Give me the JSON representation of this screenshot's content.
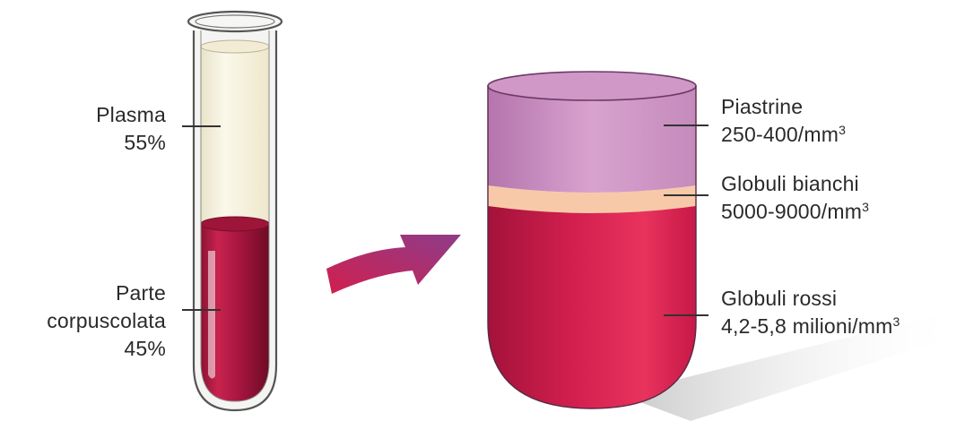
{
  "test_tube": {
    "plasma": {
      "name": "Plasma",
      "percent": "55%",
      "level": 0.55
    },
    "corpuscular": {
      "name_line1": "Parte",
      "name_line2": "corpuscolata",
      "percent": "45%",
      "level": 0.45
    }
  },
  "magnified": {
    "platelets": {
      "name": "Piastrine",
      "count": "250-400/mm",
      "exp": "3"
    },
    "white_cells": {
      "name": "Globuli bianchi",
      "count": "5000-9000/mm",
      "exp": "3"
    },
    "red_cells": {
      "name": "Globuli rossi",
      "count": "4,2-5,8 milioni/mm",
      "exp": "3"
    }
  },
  "colors": {
    "plasma": "#f7f3e2",
    "red_cells": "#c9184a",
    "platelets": "#c98bc2",
    "white_cells": "#f8c9a8",
    "arrow": "#a43a79"
  }
}
